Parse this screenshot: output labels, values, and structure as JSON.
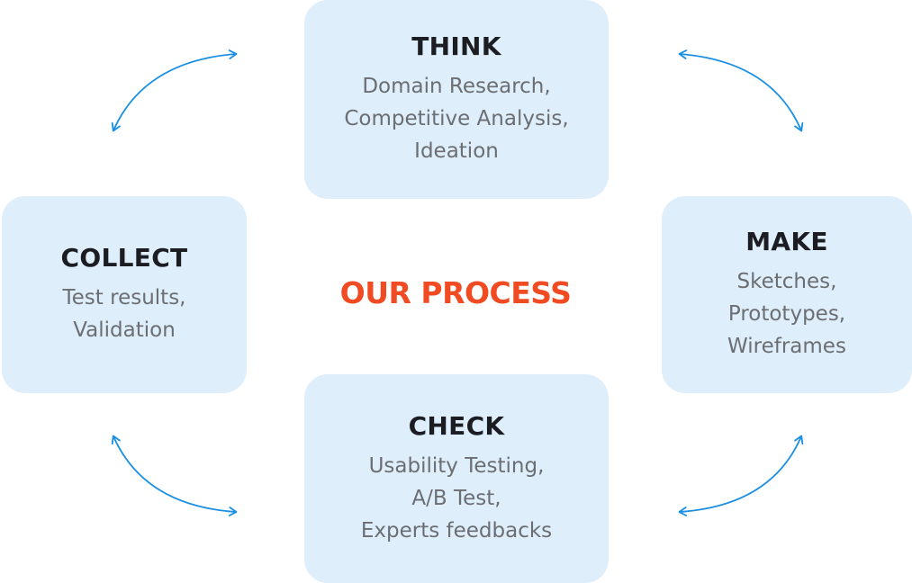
{
  "title": "OUR PROCESS",
  "colors": {
    "card_bg": "#dfeefb",
    "title": "#1b1d22",
    "body_text": "#6b6e73",
    "accent": "#f04b23",
    "arrow": "#1a8fe3"
  },
  "steps": [
    {
      "title": "THINK",
      "lines": [
        "Domain Research,",
        "Competitive Analysis,",
        "Ideation"
      ]
    },
    {
      "title": "MAKE",
      "lines": [
        "Sketches,",
        "Prototypes,",
        "Wireframes"
      ]
    },
    {
      "title": "CHECK",
      "lines": [
        "Usability Testing,",
        "A/B Test,",
        "Experts feedbacks"
      ]
    },
    {
      "title": "COLLECT",
      "lines": [
        "Test results,",
        "Validation"
      ]
    }
  ],
  "connectors": [
    {
      "from": "COLLECT",
      "to": "THINK",
      "direction": "bidirectional"
    },
    {
      "from": "THINK",
      "to": "MAKE",
      "direction": "bidirectional"
    },
    {
      "from": "MAKE",
      "to": "CHECK",
      "direction": "bidirectional"
    },
    {
      "from": "CHECK",
      "to": "COLLECT",
      "direction": "bidirectional"
    }
  ]
}
